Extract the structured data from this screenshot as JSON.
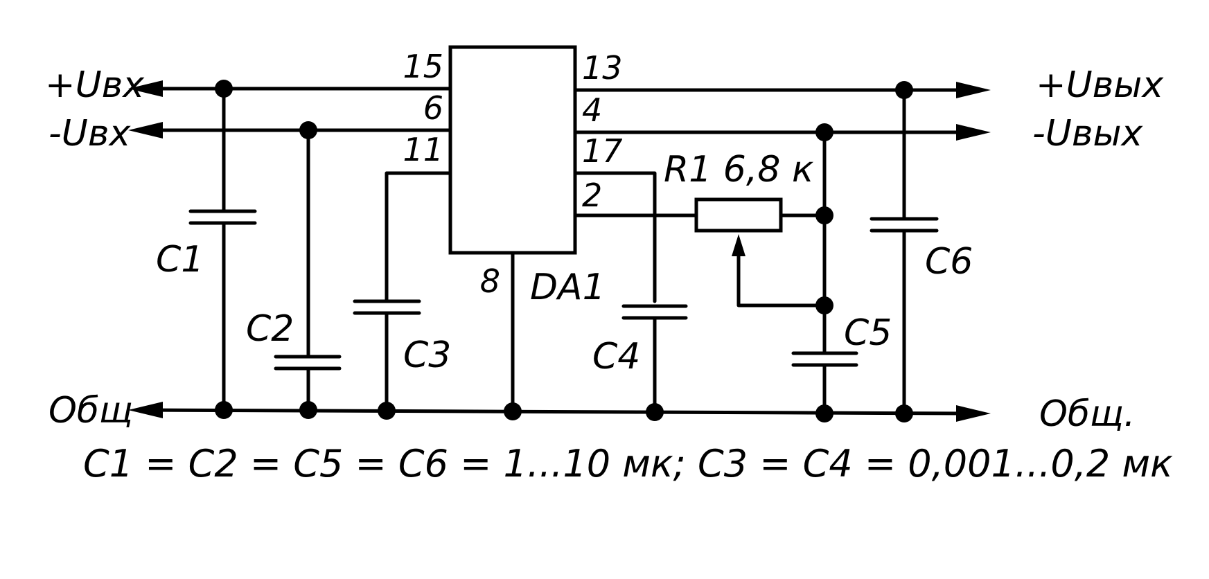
{
  "labels": {
    "in_plus": "+Uвх",
    "in_minus": "-Uвх",
    "out_plus": "+Uвых",
    "out_minus": "-Uвых",
    "common_left": "Общ",
    "common_right": "Общ.",
    "ic": "DA1",
    "r1": "R1 6,8 к",
    "c1": "C1",
    "c2": "C2",
    "c3": "C3",
    "c4": "C4",
    "c5": "C5",
    "c6": "C6"
  },
  "pins": {
    "p15": "15",
    "p6": "6",
    "p11": "11",
    "p13": "13",
    "p4": "4",
    "p17": "17",
    "p2": "2",
    "p8": "8"
  },
  "footnote": "C1 = C2 = C5 = C6 = 1...10 мк;  C3 = C4 = 0,001...0,2 мк"
}
